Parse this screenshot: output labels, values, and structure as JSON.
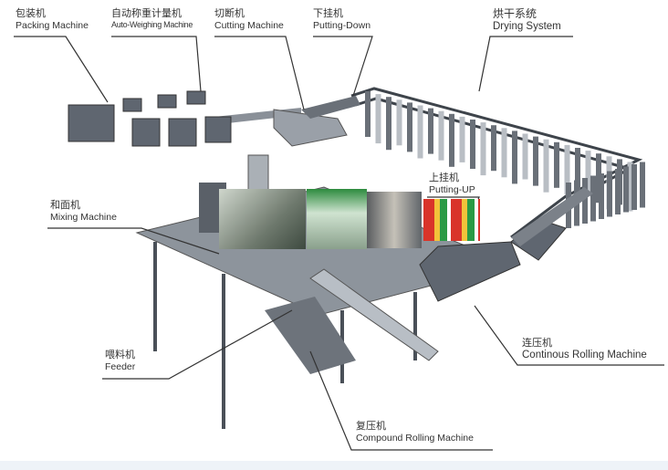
{
  "labels": {
    "packing": {
      "cn": "包装机",
      "en": "Packing Machine"
    },
    "weighing": {
      "cn": "自动称重计量机",
      "en": "Auto-Weighing Machine"
    },
    "cutting": {
      "cn": "切断机",
      "en": "Cutting Machine"
    },
    "putting_down": {
      "cn": "下挂机",
      "en": "Putting-Down"
    },
    "drying": {
      "cn": "烘干系统",
      "en": "Drying System"
    },
    "putting_up": {
      "cn": "上挂机",
      "en": "Putting-UP"
    },
    "mixing": {
      "cn": "和面机",
      "en": "Mixing Machine"
    },
    "feeder": {
      "cn": "喂料机",
      "en": "Feeder"
    },
    "compound": {
      "cn": "复压机",
      "en": "Compound Rolling Machine"
    },
    "continuous": {
      "cn": "连压机",
      "en": "Continous Rolling Machine"
    }
  },
  "colors": {
    "machine": "#5f6670",
    "platform": "#8d949c",
    "line": "#333333"
  }
}
